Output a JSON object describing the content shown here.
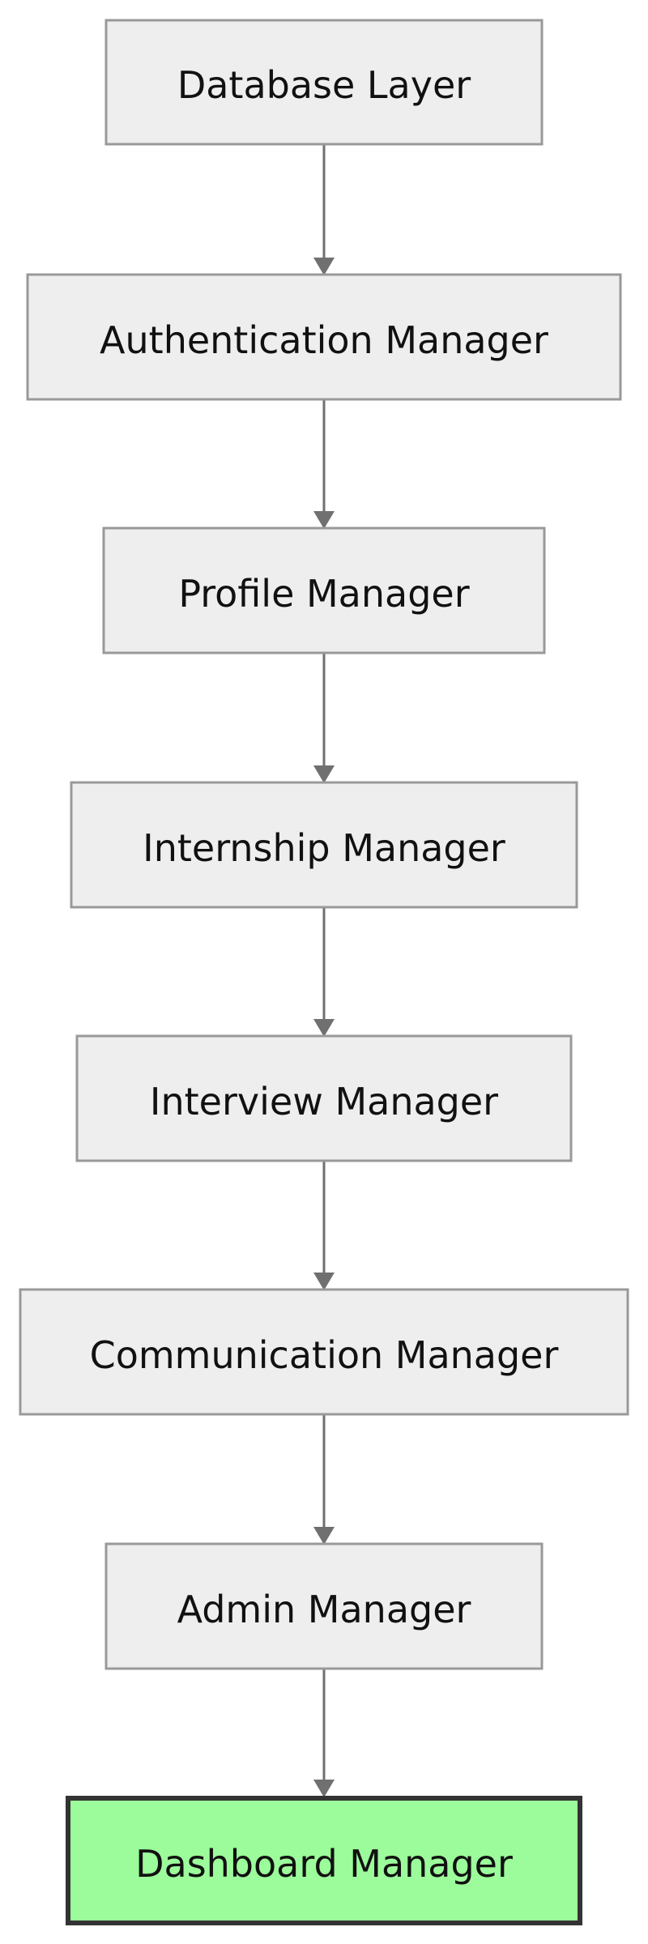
{
  "diagram": {
    "nodes": [
      {
        "label": "Database Layer",
        "highlight": false
      },
      {
        "label": "Authentication Manager",
        "highlight": false
      },
      {
        "label": "Profile Manager",
        "highlight": false
      },
      {
        "label": "Internship Manager",
        "highlight": false
      },
      {
        "label": "Interview Manager",
        "highlight": false
      },
      {
        "label": "Communication Manager",
        "highlight": false
      },
      {
        "label": "Admin Manager",
        "highlight": false
      },
      {
        "label": "Dashboard Manager",
        "highlight": true
      }
    ],
    "edges": [
      {
        "from": 0,
        "to": 1
      },
      {
        "from": 1,
        "to": 2
      },
      {
        "from": 2,
        "to": 3
      },
      {
        "from": 3,
        "to": 4
      },
      {
        "from": 4,
        "to": 5
      },
      {
        "from": 5,
        "to": 6
      },
      {
        "from": 6,
        "to": 7
      }
    ],
    "colors": {
      "node_fill": "#eeeeee",
      "node_stroke": "#999999",
      "highlight_fill": "#9cfb9a",
      "highlight_stroke": "#333333",
      "edge": "#707070"
    }
  }
}
